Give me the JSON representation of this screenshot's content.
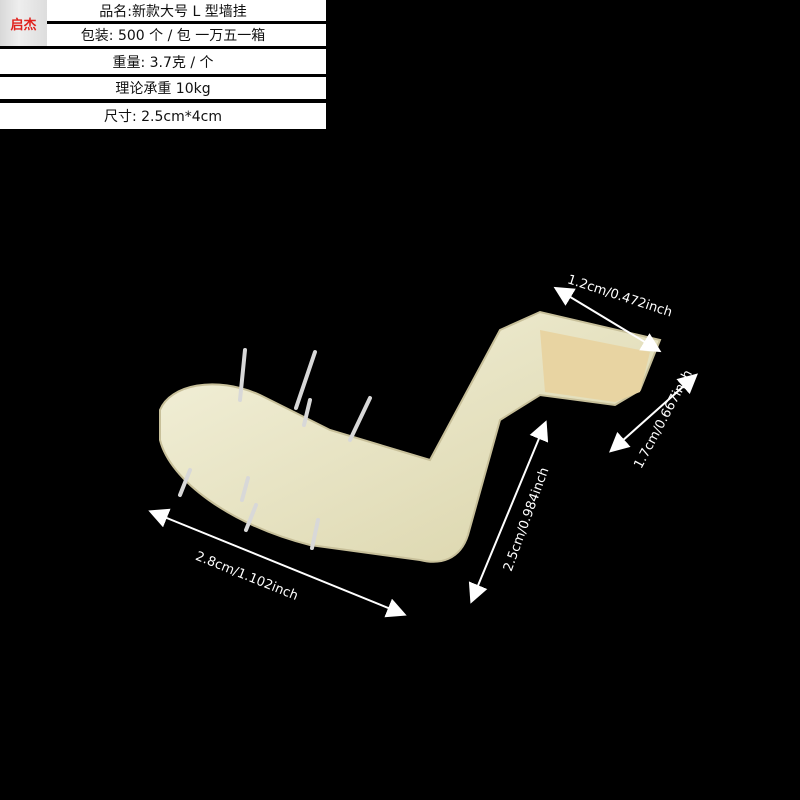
{
  "logo": {
    "text": "启杰",
    "color": "#e0201c"
  },
  "specs": [
    "品名:新款大号 L 型墙挂",
    "包装: 500 个 / 包   一万五一箱",
    "重量: 3.7克 / 个",
    "理论承重 10kg",
    "尺寸:  2.5cm*4cm"
  ],
  "dimensions": {
    "base_length": "2.8cm/1.102inch",
    "height": "2.5cm/0.984inch",
    "tip_length": "1.2cm/0.472inch",
    "tip_width": "1.7cm/0.667inch"
  }
}
